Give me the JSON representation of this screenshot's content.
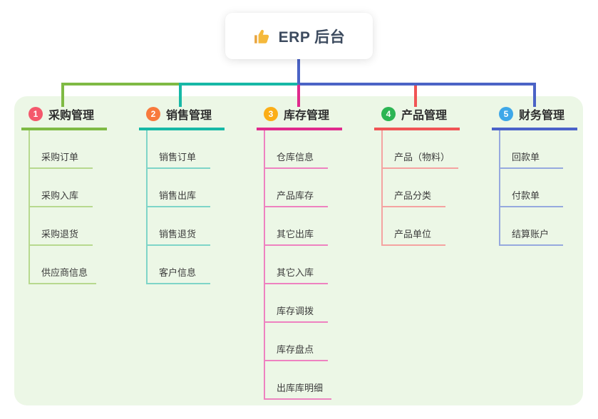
{
  "root": {
    "label": "ERP 后台",
    "icon": "thumbs-up-icon"
  },
  "branches": [
    {
      "index": "1",
      "title": "采购管理",
      "badge_color": "#f4586c",
      "line_color": "#7fba44",
      "light_line_color": "#b7d98f",
      "children": [
        "采购订单",
        "采购入库",
        "采购退货",
        "供应商信息"
      ]
    },
    {
      "index": "2",
      "title": "销售管理",
      "badge_color": "#f87a3d",
      "line_color": "#17b8a6",
      "light_line_color": "#7ed5c8",
      "children": [
        "销售订单",
        "销售出库",
        "销售退货",
        "客户信息"
      ]
    },
    {
      "index": "3",
      "title": "库存管理",
      "badge_color": "#fbae17",
      "line_color": "#e02a8d",
      "light_line_color": "#ee82c0",
      "children": [
        "仓库信息",
        "产品库存",
        "其它出库",
        "其它入库",
        "库存调拨",
        "库存盘点",
        "出库库明细"
      ]
    },
    {
      "index": "4",
      "title": "产品管理",
      "badge_color": "#2cb553",
      "line_color": "#f05455",
      "light_line_color": "#f5a3a1",
      "children": [
        "产品（物料）",
        "产品分类",
        "产品单位"
      ]
    },
    {
      "index": "5",
      "title": "财务管理",
      "badge_color": "#3ea7e8",
      "line_color": "#4a62c9",
      "light_line_color": "#96a9de",
      "children": [
        "回款单",
        "付款单",
        "结算账户"
      ]
    }
  ],
  "canvas": {
    "background": "#ffffff",
    "panel_background": "#ecf7e6",
    "root_connector_color": "#4b63c6",
    "thumb_icon_color": "#f5b93c"
  }
}
